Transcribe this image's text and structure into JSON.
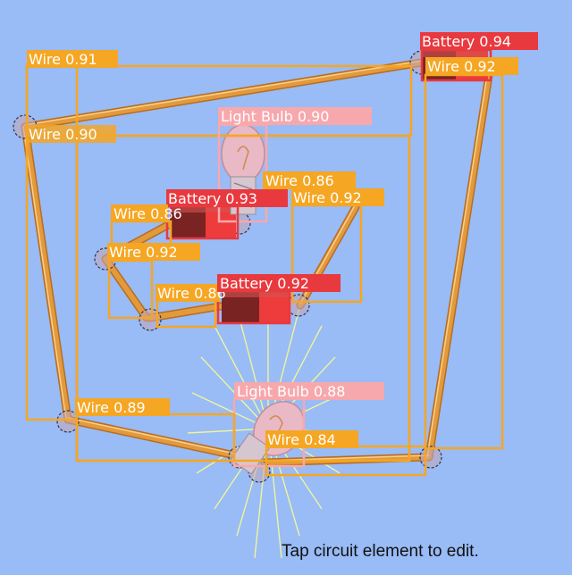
{
  "palette": {
    "background": "#99bbf6",
    "wire_color": "#e39a3c",
    "wire_box": "#f5a623",
    "battery_box": "#e8393f",
    "bulb_box": "#f7a8ad",
    "battery_body": "#7a2323",
    "bulb_glass": "#e9b9c6",
    "light_rays": "#eef59a"
  },
  "hint": "Tap circuit element to edit.",
  "detections": [
    {
      "label": "Battery 0.94",
      "kind": "battery"
    },
    {
      "label": "Wire 0.91",
      "kind": "wire"
    },
    {
      "label": "Wire 0.92",
      "kind": "wire"
    },
    {
      "label": "Light Bulb 0.90",
      "kind": "bulb"
    },
    {
      "label": "Wire 0.90",
      "kind": "wire"
    },
    {
      "label": "Wire 0.86",
      "kind": "wire"
    },
    {
      "label": "Battery 0.93",
      "kind": "battery"
    },
    {
      "label": "Wire 0.92",
      "kind": "wire"
    },
    {
      "label": "Wire 0.86",
      "kind": "wire"
    },
    {
      "label": "Wire 0.92",
      "kind": "wire"
    },
    {
      "label": "Wire 0.86",
      "kind": "wire"
    },
    {
      "label": "Battery 0.92",
      "kind": "battery"
    },
    {
      "label": "Light Bulb 0.88",
      "kind": "bulb"
    },
    {
      "label": "Wire 0.89",
      "kind": "wire"
    },
    {
      "label": "Wire 0.84",
      "kind": "wire"
    }
  ]
}
